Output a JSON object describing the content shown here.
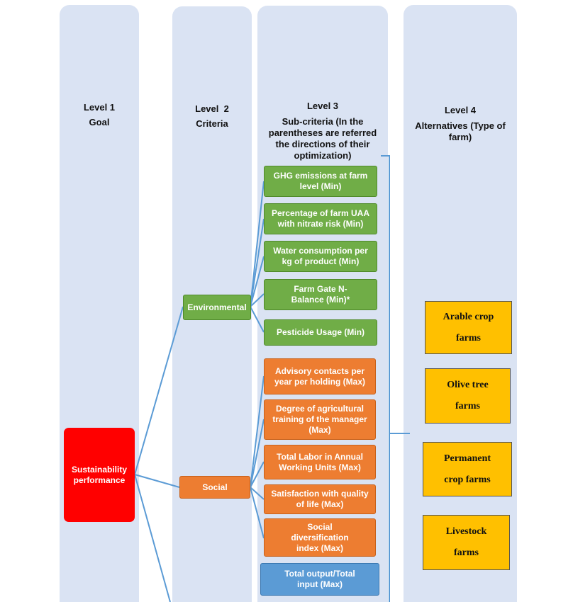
{
  "levels": {
    "level1": {
      "title": "Level 1",
      "subtitle": "Goal"
    },
    "level2": {
      "title": "Level  2",
      "subtitle": "Criteria"
    },
    "level3": {
      "title": "Level 3",
      "subtitle": "Sub-criteria (In the parentheses are referred the directions of their optimization)"
    },
    "level4": {
      "title": "Level 4",
      "subtitle": "Alternatives (Type of farm)"
    }
  },
  "goal": {
    "label": "Sustainability performance",
    "color": "#ff0000"
  },
  "criteria": {
    "environmental": {
      "label": "Environmental",
      "color": "#70ad47"
    },
    "social": {
      "label": "Social",
      "color": "#ed7d31"
    }
  },
  "subcriteria": {
    "environmental": [
      "GHG emissions at farm level (Min)",
      "Percentage of farm UAA with nitrate risk (Min)",
      "Water consumption per kg of product (Min)",
      "Farm Gate N-Balance (Min)*",
      "Pesticide Usage (Min)"
    ],
    "social": [
      "Advisory contacts per year per holding (Max)",
      "Degree of agricultural training of the manager (Max)",
      "Total Labor in Annual Working Units (Max)",
      "Satisfaction with quality of life (Max)",
      "Social diversification index (Max)"
    ],
    "economic": [
      "Total output/Total input (Max)"
    ]
  },
  "alternatives": [
    "Arable crop farms",
    "Olive tree farms",
    "Permanent crop farms",
    "Livestock farms"
  ],
  "colors": {
    "column_bg": "#dae3f3",
    "connector": "#5b9bd5",
    "alternative_bg": "#ffc000"
  }
}
